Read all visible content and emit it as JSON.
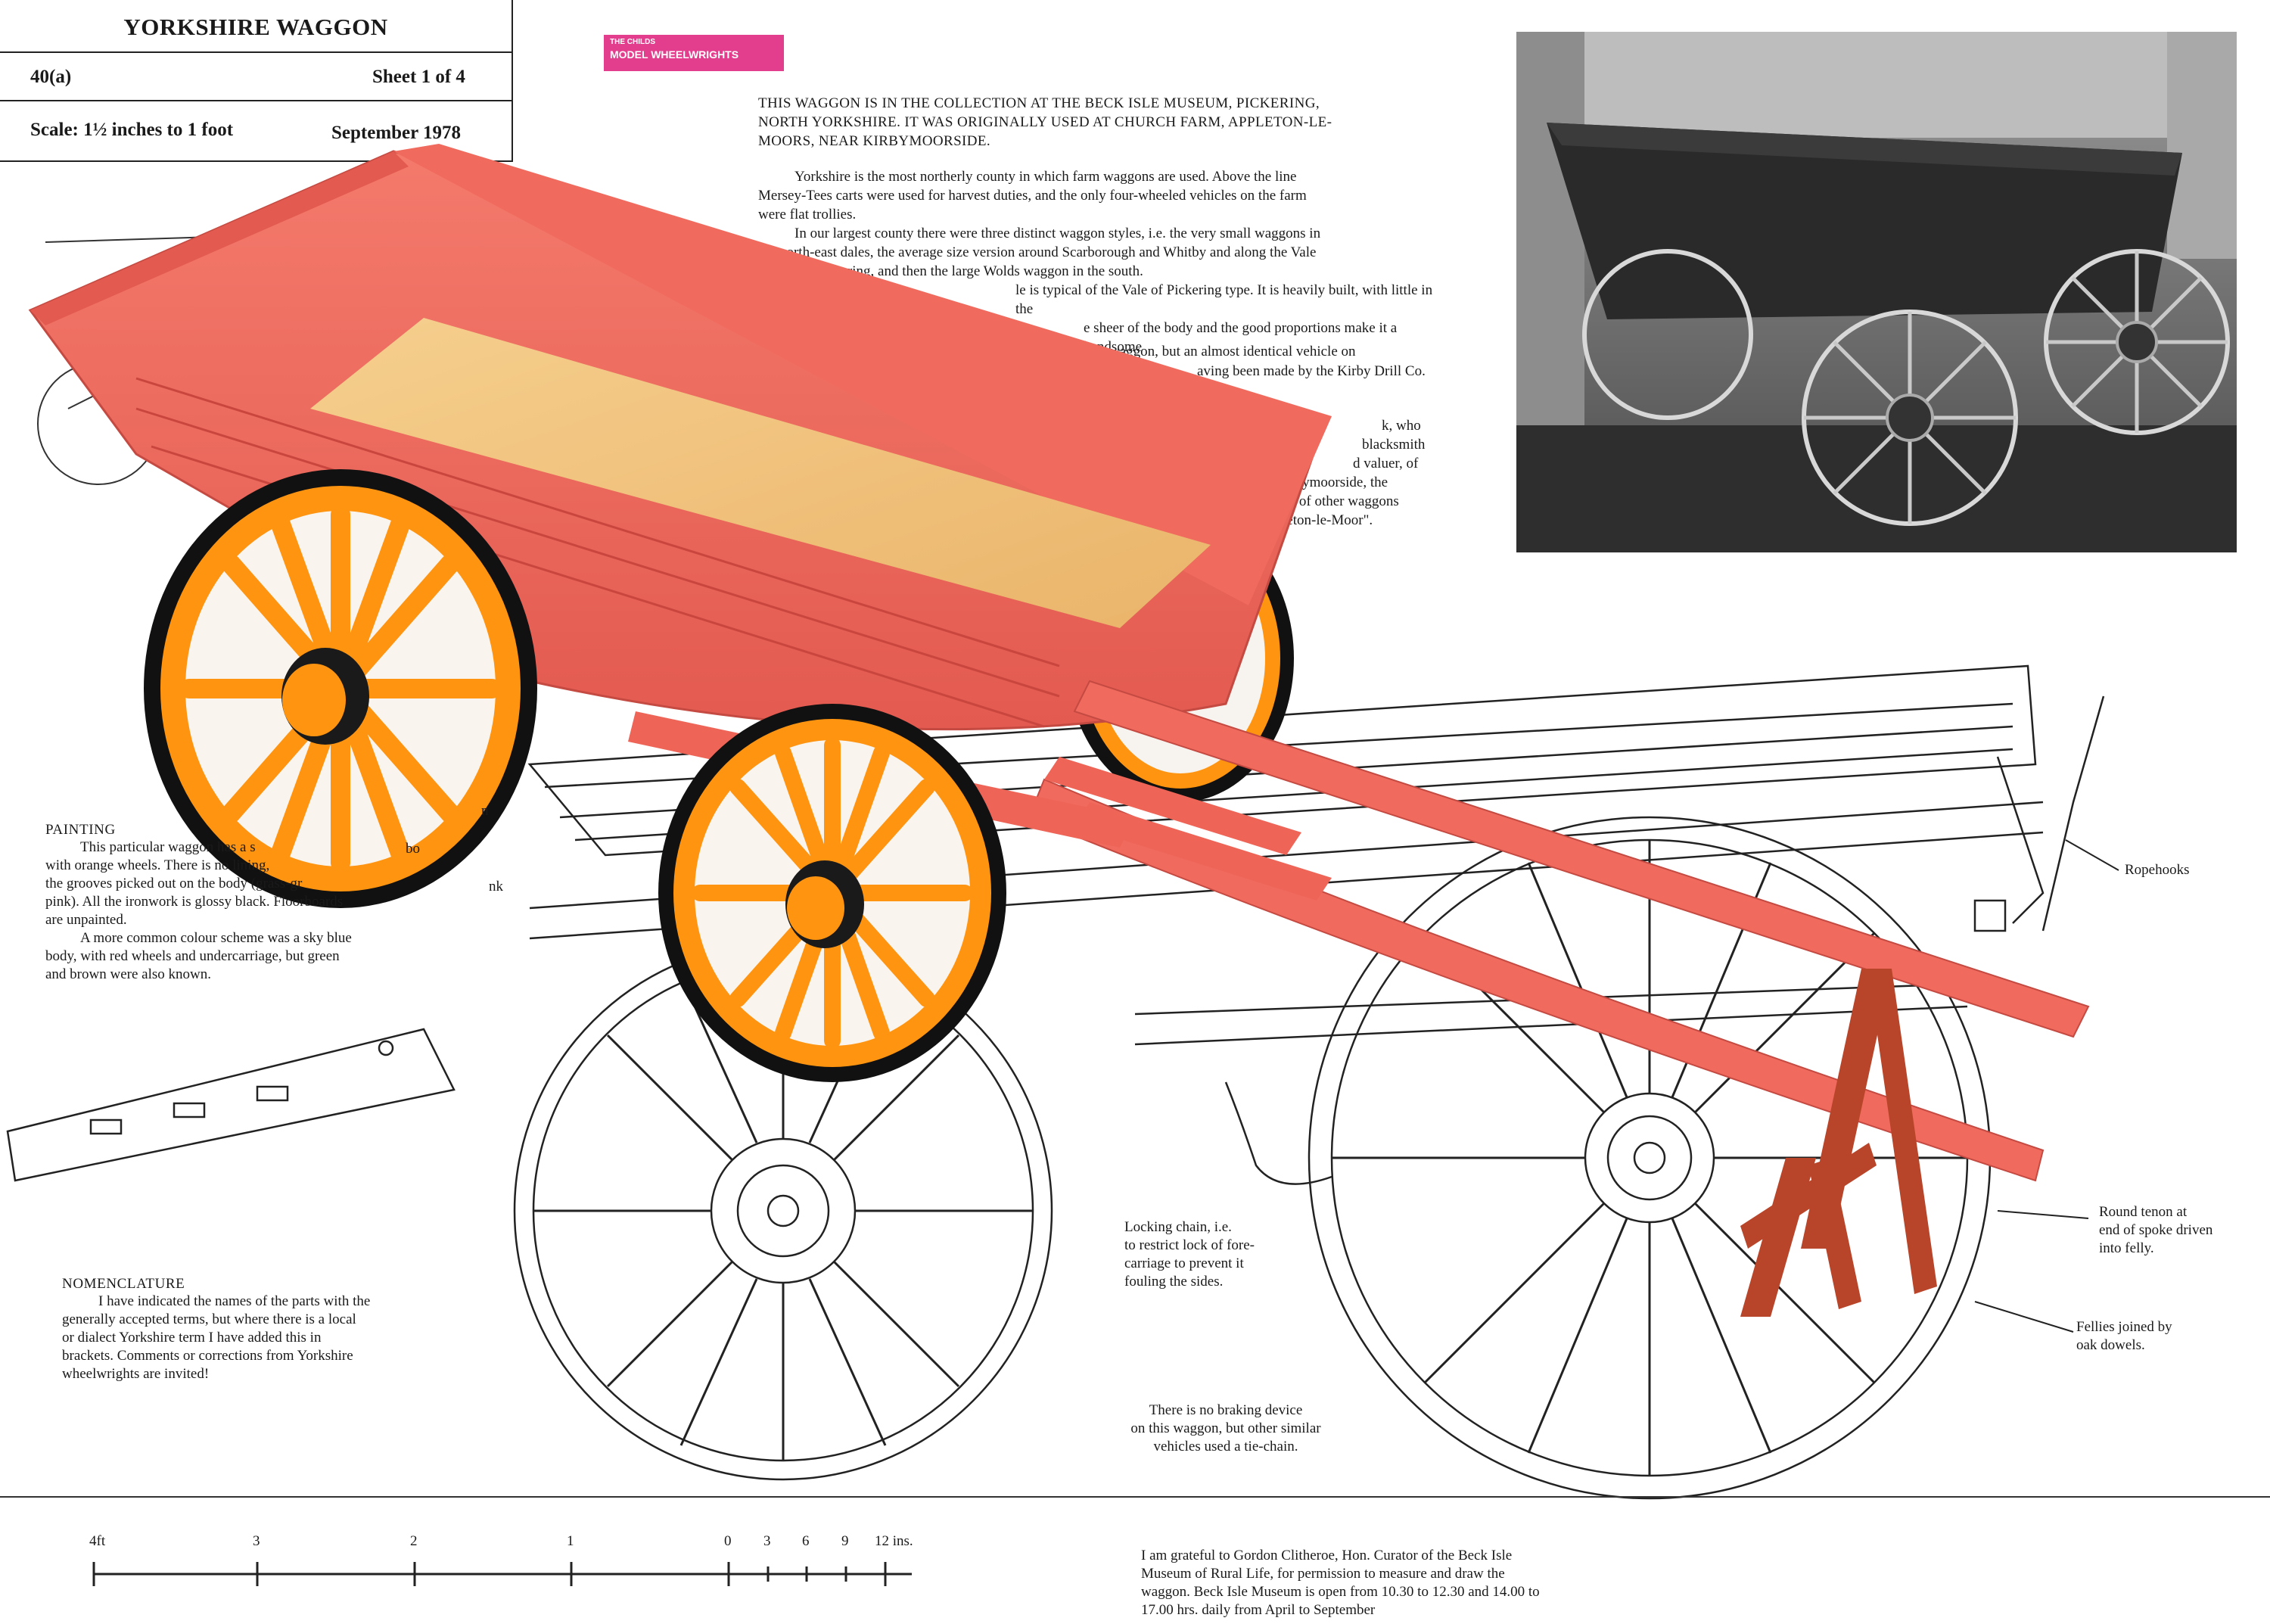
{
  "title_block": {
    "title": "YORKSHIRE WAGGON",
    "number": "40(a)",
    "sheet": "Sheet 1 of 4",
    "scale": "Scale: 1½ inches to 1 foot",
    "date": "September 1978"
  },
  "badge": {
    "line1": "THE CHILDS",
    "line2": "MODEL WHEELWRIGHTS"
  },
  "intro": {
    "caps_lines": [
      "THIS WAGGON IS IN THE COLLECTION AT THE BECK ISLE MUSEUM, PICKERING,",
      "NORTH YORKSHIRE. IT WAS ORIGINALLY USED AT CHURCH FARM, APPLETON-LE-",
      "MOORS, NEAR KIRBYMOORSIDE."
    ],
    "lines": [
      "Yorkshire is the most northerly county in which farm waggons are used. Above the line",
      "Mersey-Tees carts were used for harvest duties, and the only four-wheeled vehicles on the farm",
      "were flat trollies.",
      "In our largest county there were three distinct waggon styles, i.e. the very small waggons in",
      "the north-east dales, the average size version around Scarborough and Whitby and along the Vale",
      "kering, and then the large Wolds waggon in the south.",
      "le is typical of the Vale of Pickering type. It is heavily built, with little in the",
      "e sheer of the body and the good proportions make it a handsome"
    ],
    "fragments": [
      "on this waggon, but an almost identical vehicle on",
      "aving been made by the Kirby Drill Co.",
      "k, who",
      "blacksmith",
      "d valuer, of",
      "irbymoorside, the",
      "cal of other waggons",
      "ppleton-le-Moor\"."
    ]
  },
  "painting": {
    "heading": "PAINTING",
    "lines": [
      "This particular waggon has a s",
      "with orange wheels. There is no lining,",
      "the grooves picked out on the body (grass-gr",
      "pink). All the ironwork is glossy black. Floorboards",
      "are unpainted.",
      "A more common colour scheme was a sky blue",
      "body, with red wheels and undercarriage, but green",
      "and brown were also known."
    ],
    "frag_body": "bo",
    "frag_n": "n",
    "frag_nk": "nk"
  },
  "nomenclature": {
    "heading": "NOMENCLATURE",
    "lines": [
      "I have indicated the names of the parts with the",
      "generally accepted terms, but where there is a local",
      "or dialect Yorkshire term I have added this in",
      "brackets. Comments or corrections from Yorkshire",
      "wheelwrights are invited!"
    ]
  },
  "labels": {
    "ropehooks": "Ropehooks",
    "locking_chain": [
      "Locking chain, i.e.",
      "to restrict lock of fore-",
      "carriage to prevent it",
      "fouling the sides."
    ],
    "round_tenon": [
      "Round tenon at",
      "end of spoke driven",
      "into felly."
    ],
    "fellies": [
      "Fellies joined by",
      "oak dowels."
    ],
    "no_brake": [
      "There is no braking device",
      "on this waggon, but other similar",
      "vehicles used a tie-chain."
    ]
  },
  "scale_bar": {
    "ticks": [
      "4ft",
      "3",
      "2",
      "1",
      "0",
      "3",
      "6",
      "9",
      "12 ins."
    ]
  },
  "acknowledgement": {
    "lines": [
      "I am grateful to Gordon Clitheroe, Hon. Curator of the Beck Isle",
      "Museum of Rural Life, for permission to measure and draw the",
      "waggon. Beck Isle Museum is open from 10.30 to 12.30 and 14.00 to",
      "17.00 hrs. daily from April to September"
    ]
  },
  "colors": {
    "body": "#f06a5e",
    "body_dark": "#d4524a",
    "wheel": "#ff9410",
    "wheel_dark": "#e07a00",
    "floor": "#f2c27a",
    "tyre": "#111111",
    "stand": "#b8452a",
    "photo_bg": "#6a6a6a"
  }
}
